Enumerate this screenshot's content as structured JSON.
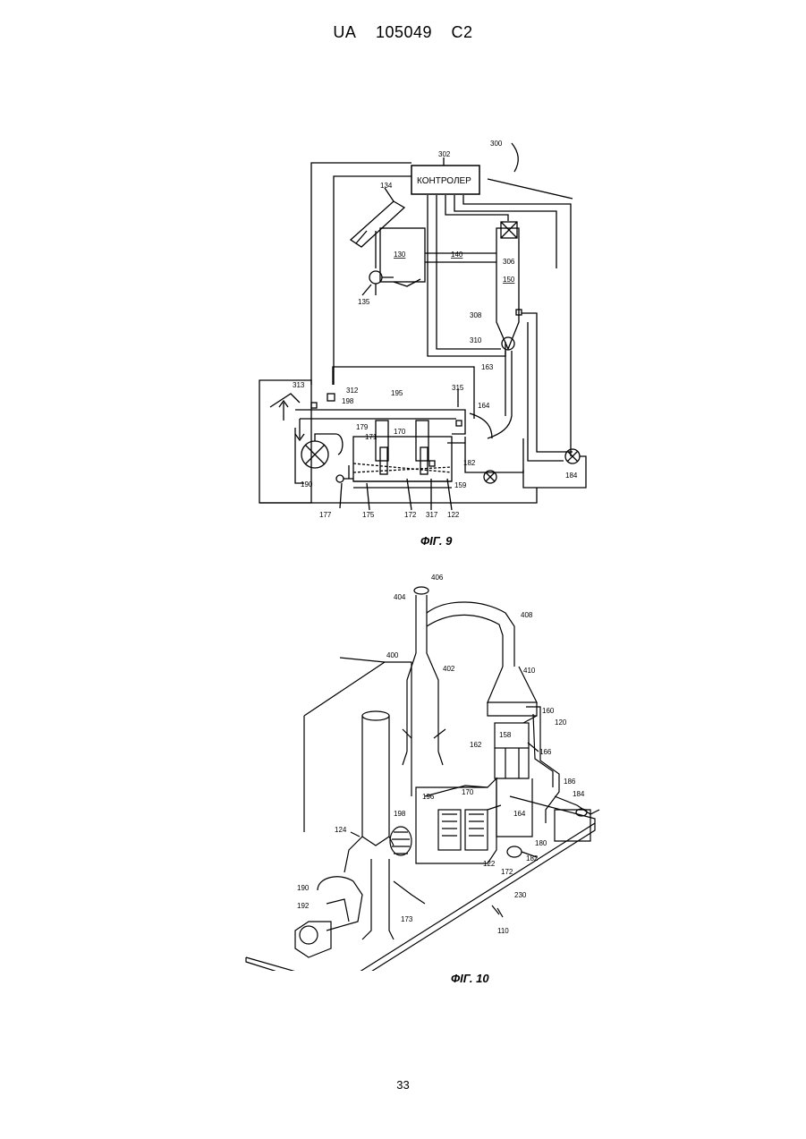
{
  "header": {
    "country": "UA",
    "number": "105049",
    "kind": "C2"
  },
  "fig9": {
    "caption": "ФІГ. 9",
    "controller": "КОНТРОЛЕР",
    "labels": {
      "l300": "300",
      "l302": "302",
      "l134": "134",
      "l130": "130",
      "l140": "140",
      "l306": "306",
      "l150": "150",
      "l135": "135",
      "l308": "308",
      "l310": "310",
      "l163": "163",
      "l313": "313",
      "l312": "312",
      "l198": "198",
      "l195": "195",
      "l315": "315",
      "l164": "164",
      "l179": "179",
      "l171": "171",
      "l170": "170",
      "l182": "182",
      "l184": "184",
      "l190": "190",
      "l159": "159",
      "l177": "177",
      "l175": "175",
      "l172": "172",
      "l317": "317",
      "l122": "122"
    }
  },
  "fig10": {
    "caption": "ФІГ. 10",
    "labels": {
      "l406": "406",
      "l404": "404",
      "l408": "408",
      "l400": "400",
      "l402": "402",
      "l410": "410",
      "l160": "160",
      "l120": "120",
      "l158": "158",
      "l162": "162",
      "l166": "166",
      "l186": "186",
      "l184": "184",
      "l196": "196",
      "l170": "170",
      "l164": "164",
      "l198": "198",
      "l124": "124",
      "l180": "180",
      "l182": "182",
      "l122": "122",
      "l172": "172",
      "l190": "190",
      "l230": "230",
      "l192": "192",
      "l173": "173",
      "l110": "110"
    }
  },
  "page_number": "33"
}
